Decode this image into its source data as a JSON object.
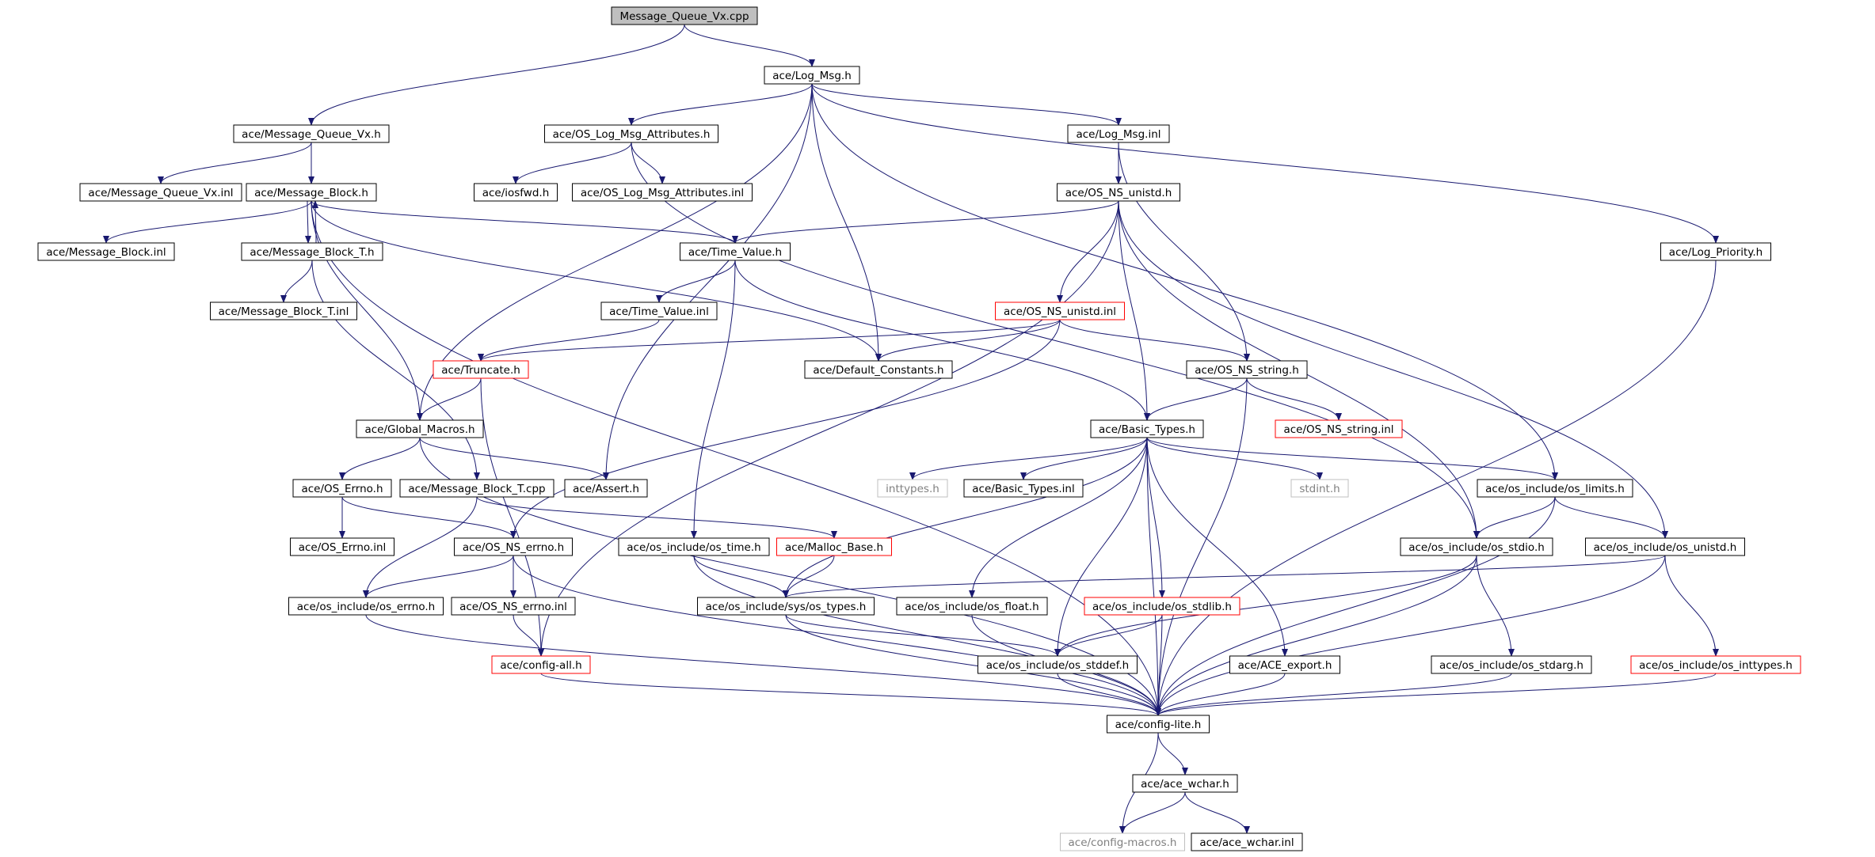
{
  "diagram": {
    "colors": {
      "edge": "#191970",
      "node_border": "#000000",
      "root_fill": "#bfbfbf",
      "truncated_border": "#ff0000",
      "missing_border": "#bfbfbf",
      "missing_text": "#808080"
    },
    "nodes": [
      {
        "id": "mqvx_cpp",
        "label": "Message_Queue_Vx.cpp",
        "style": "root"
      },
      {
        "id": "log_msg_h",
        "label": "ace/Log_Msg.h",
        "style": "normal"
      },
      {
        "id": "mqvx_h",
        "label": "ace/Message_Queue_Vx.h",
        "style": "normal"
      },
      {
        "id": "oslma_h",
        "label": "ace/OS_Log_Msg_Attributes.h",
        "style": "normal"
      },
      {
        "id": "log_msg_inl",
        "label": "ace/Log_Msg.inl",
        "style": "normal"
      },
      {
        "id": "mqvx_inl",
        "label": "ace/Message_Queue_Vx.inl",
        "style": "normal"
      },
      {
        "id": "mb_h",
        "label": "ace/Message_Block.h",
        "style": "normal"
      },
      {
        "id": "iosfwd_h",
        "label": "ace/iosfwd.h",
        "style": "normal"
      },
      {
        "id": "oslma_inl",
        "label": "ace/OS_Log_Msg_Attributes.inl",
        "style": "normal"
      },
      {
        "id": "osnsu_h",
        "label": "ace/OS_NS_unistd.h",
        "style": "normal"
      },
      {
        "id": "mb_inl",
        "label": "ace/Message_Block.inl",
        "style": "normal"
      },
      {
        "id": "mbt_h",
        "label": "ace/Message_Block_T.h",
        "style": "normal"
      },
      {
        "id": "tv_h",
        "label": "ace/Time_Value.h",
        "style": "normal"
      },
      {
        "id": "logprio_h",
        "label": "ace/Log_Priority.h",
        "style": "normal"
      },
      {
        "id": "mbt_inl",
        "label": "ace/Message_Block_T.inl",
        "style": "normal"
      },
      {
        "id": "tv_inl",
        "label": "ace/Time_Value.inl",
        "style": "normal"
      },
      {
        "id": "osnsu_inl",
        "label": "ace/OS_NS_unistd.inl",
        "style": "truncated"
      },
      {
        "id": "trunc_h",
        "label": "ace/Truncate.h",
        "style": "truncated"
      },
      {
        "id": "defc_h",
        "label": "ace/Default_Constants.h",
        "style": "normal"
      },
      {
        "id": "osnss_h",
        "label": "ace/OS_NS_string.h",
        "style": "normal"
      },
      {
        "id": "gm_h",
        "label": "ace/Global_Macros.h",
        "style": "normal"
      },
      {
        "id": "bt_h",
        "label": "ace/Basic_Types.h",
        "style": "normal"
      },
      {
        "id": "osnss_inl",
        "label": "ace/OS_NS_string.inl",
        "style": "truncated"
      },
      {
        "id": "oserrno_h",
        "label": "ace/OS_Errno.h",
        "style": "normal"
      },
      {
        "id": "mbt_cpp",
        "label": "ace/Message_Block_T.cpp",
        "style": "normal"
      },
      {
        "id": "assert_h",
        "label": "ace/Assert.h",
        "style": "normal"
      },
      {
        "id": "inttypes_h",
        "label": "inttypes.h",
        "style": "missing"
      },
      {
        "id": "bt_inl",
        "label": "ace/Basic_Types.inl",
        "style": "normal"
      },
      {
        "id": "stdint_h",
        "label": "stdint.h",
        "style": "missing"
      },
      {
        "id": "oslimits_h",
        "label": "ace/os_include/os_limits.h",
        "style": "normal"
      },
      {
        "id": "oserrno_inl",
        "label": "ace/OS_Errno.inl",
        "style": "normal"
      },
      {
        "id": "osnserrno_h",
        "label": "ace/OS_NS_errno.h",
        "style": "normal"
      },
      {
        "id": "ostime_h",
        "label": "ace/os_include/os_time.h",
        "style": "normal"
      },
      {
        "id": "mallocb_h",
        "label": "ace/Malloc_Base.h",
        "style": "truncated"
      },
      {
        "id": "osstdio_h",
        "label": "ace/os_include/os_stdio.h",
        "style": "normal"
      },
      {
        "id": "osunistd_h",
        "label": "ace/os_include/os_unistd.h",
        "style": "normal"
      },
      {
        "id": "oserrnoinc_h",
        "label": "ace/os_include/os_errno.h",
        "style": "normal"
      },
      {
        "id": "osnserrno_inl",
        "label": "ace/OS_NS_errno.inl",
        "style": "normal"
      },
      {
        "id": "systypes_h",
        "label": "ace/os_include/sys/os_types.h",
        "style": "normal"
      },
      {
        "id": "osfloat_h",
        "label": "ace/os_include/os_float.h",
        "style": "normal"
      },
      {
        "id": "osstdlib_h",
        "label": "ace/os_include/os_stdlib.h",
        "style": "truncated"
      },
      {
        "id": "configall_h",
        "label": "ace/config-all.h",
        "style": "truncated"
      },
      {
        "id": "osstddef_h",
        "label": "ace/os_include/os_stddef.h",
        "style": "normal"
      },
      {
        "id": "aceexport_h",
        "label": "ace/ACE_export.h",
        "style": "normal"
      },
      {
        "id": "osstdarg_h",
        "label": "ace/os_include/os_stdarg.h",
        "style": "normal"
      },
      {
        "id": "osinttypes_h",
        "label": "ace/os_include/os_inttypes.h",
        "style": "truncated"
      },
      {
        "id": "configlite_h",
        "label": "ace/config-lite.h",
        "style": "normal"
      },
      {
        "id": "acewchar_h",
        "label": "ace/ace_wchar.h",
        "style": "normal"
      },
      {
        "id": "configmacros_h",
        "label": "ace/config-macros.h",
        "style": "missing"
      },
      {
        "id": "acewchar_inl",
        "label": "ace/ace_wchar.inl",
        "style": "normal"
      }
    ],
    "edges": [
      [
        "mqvx_cpp",
        "mqvx_h"
      ],
      [
        "mqvx_cpp",
        "log_msg_h"
      ],
      [
        "log_msg_h",
        "gm_h"
      ],
      [
        "log_msg_h",
        "oslma_h"
      ],
      [
        "log_msg_h",
        "log_msg_inl"
      ],
      [
        "log_msg_h",
        "assert_h"
      ],
      [
        "log_msg_h",
        "defc_h"
      ],
      [
        "log_msg_h",
        "oslimits_h"
      ],
      [
        "log_msg_h",
        "logprio_h"
      ],
      [
        "mqvx_h",
        "mqvx_inl"
      ],
      [
        "mqvx_h",
        "mb_h"
      ],
      [
        "oslma_h",
        "iosfwd_h"
      ],
      [
        "oslma_h",
        "oslma_inl"
      ],
      [
        "oslma_h",
        "osstdio_h"
      ],
      [
        "log_msg_inl",
        "osnsu_h"
      ],
      [
        "log_msg_inl",
        "osnss_h"
      ],
      [
        "mb_h",
        "mb_inl"
      ],
      [
        "mb_h",
        "mbt_h"
      ],
      [
        "mb_h",
        "tv_h"
      ],
      [
        "mb_h",
        "gm_h"
      ],
      [
        "mb_h",
        "defc_h"
      ],
      [
        "mb_h",
        "configlite_h"
      ],
      [
        "mbt_h",
        "mb_h"
      ],
      [
        "mbt_h",
        "mbt_inl"
      ],
      [
        "mbt_h",
        "mbt_cpp"
      ],
      [
        "osnsu_h",
        "tv_h"
      ],
      [
        "osnsu_h",
        "osnsu_inl"
      ],
      [
        "osnsu_h",
        "bt_h"
      ],
      [
        "osnsu_h",
        "osstdio_h"
      ],
      [
        "osnsu_h",
        "osunistd_h"
      ],
      [
        "osnsu_h",
        "configall_h"
      ],
      [
        "tv_h",
        "tv_inl"
      ],
      [
        "tv_h",
        "bt_h"
      ],
      [
        "tv_h",
        "ostime_h"
      ],
      [
        "logprio_h",
        "configlite_h"
      ],
      [
        "tv_inl",
        "trunc_h"
      ],
      [
        "osnsu_inl",
        "trunc_h"
      ],
      [
        "osnsu_inl",
        "defc_h"
      ],
      [
        "osnsu_inl",
        "osnss_h"
      ],
      [
        "osnsu_inl",
        "osnserrno_h"
      ],
      [
        "trunc_h",
        "gm_h"
      ],
      [
        "trunc_h",
        "configall_h"
      ],
      [
        "osnss_h",
        "bt_h"
      ],
      [
        "osnss_h",
        "osnss_inl"
      ],
      [
        "osnss_h",
        "configlite_h"
      ],
      [
        "gm_h",
        "oserrno_h"
      ],
      [
        "gm_h",
        "assert_h"
      ],
      [
        "gm_h",
        "configlite_h"
      ],
      [
        "bt_h",
        "inttypes_h"
      ],
      [
        "bt_h",
        "bt_inl"
      ],
      [
        "bt_h",
        "stdint_h"
      ],
      [
        "bt_h",
        "oslimits_h"
      ],
      [
        "bt_h",
        "systypes_h"
      ],
      [
        "bt_h",
        "osfloat_h"
      ],
      [
        "bt_h",
        "osstddef_h"
      ],
      [
        "bt_h",
        "osstdlib_h"
      ],
      [
        "bt_h",
        "aceexport_h"
      ],
      [
        "bt_h",
        "configlite_h"
      ],
      [
        "oserrno_h",
        "oserrno_inl"
      ],
      [
        "oserrno_h",
        "osnserrno_h"
      ],
      [
        "mbt_cpp",
        "mallocb_h"
      ],
      [
        "mbt_cpp",
        "oserrnoinc_h"
      ],
      [
        "oslimits_h",
        "osstdio_h"
      ],
      [
        "oslimits_h",
        "osunistd_h"
      ],
      [
        "oslimits_h",
        "configlite_h"
      ],
      [
        "osnserrno_h",
        "oserrnoinc_h"
      ],
      [
        "osnserrno_h",
        "osnserrno_inl"
      ],
      [
        "osnserrno_h",
        "configlite_h"
      ],
      [
        "ostime_h",
        "systypes_h"
      ],
      [
        "ostime_h",
        "configlite_h"
      ],
      [
        "mallocb_h",
        "systypes_h"
      ],
      [
        "osstdio_h",
        "osstdarg_h"
      ],
      [
        "osstdio_h",
        "osstddef_h"
      ],
      [
        "osstdio_h",
        "configlite_h"
      ],
      [
        "osunistd_h",
        "systypes_h"
      ],
      [
        "osunistd_h",
        "osinttypes_h"
      ],
      [
        "osunistd_h",
        "configlite_h"
      ],
      [
        "oserrnoinc_h",
        "configlite_h"
      ],
      [
        "osnserrno_inl",
        "configall_h"
      ],
      [
        "systypes_h",
        "osstddef_h"
      ],
      [
        "systypes_h",
        "configlite_h"
      ],
      [
        "osfloat_h",
        "configlite_h"
      ],
      [
        "osstdlib_h",
        "osstddef_h"
      ],
      [
        "osstdlib_h",
        "configlite_h"
      ],
      [
        "configall_h",
        "configlite_h"
      ],
      [
        "osstddef_h",
        "configlite_h"
      ],
      [
        "aceexport_h",
        "configlite_h"
      ],
      [
        "osstdarg_h",
        "configlite_h"
      ],
      [
        "osinttypes_h",
        "configlite_h"
      ],
      [
        "configlite_h",
        "acewchar_h"
      ],
      [
        "configlite_h",
        "configmacros_h"
      ],
      [
        "acewchar_h",
        "configmacros_h"
      ],
      [
        "acewchar_h",
        "acewchar_inl"
      ]
    ]
  }
}
